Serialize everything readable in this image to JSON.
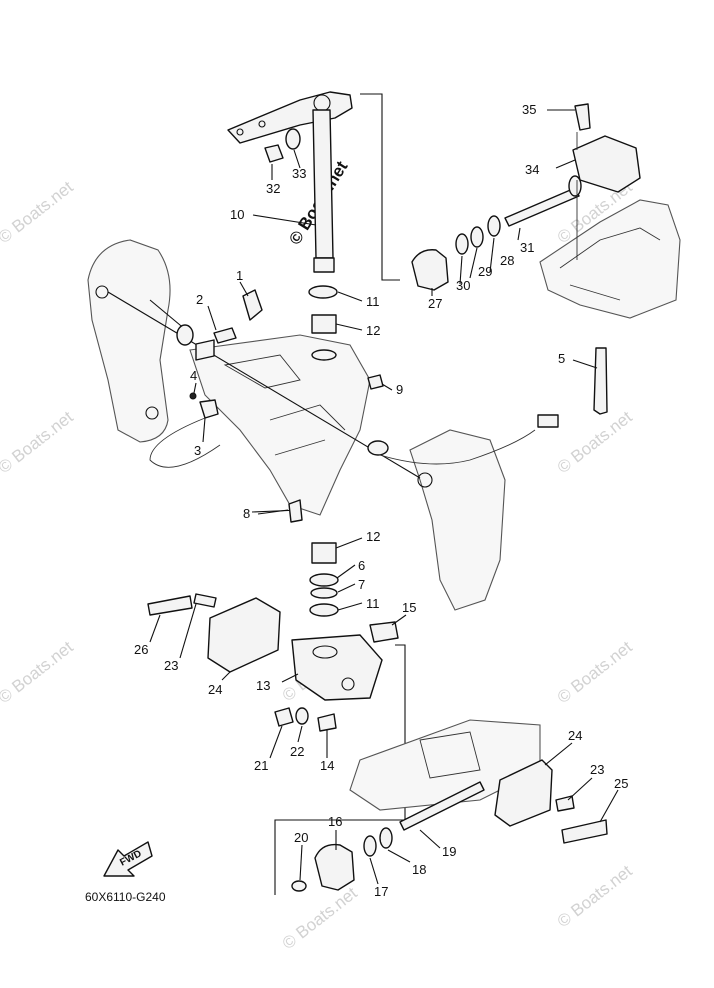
{
  "diagram": {
    "code": "60X6110-G240",
    "fwd_label": "FWD",
    "watermark": "© Boats.net",
    "callouts": {
      "c1": "1",
      "c2": "2",
      "c3": "3",
      "c4": "4",
      "c5": "5",
      "c6": "6",
      "c7": "7",
      "c8": "8",
      "c9": "9",
      "c10": "10",
      "c11a": "11",
      "c11b": "11",
      "c12a": "12",
      "c12b": "12",
      "c13": "13",
      "c14": "14",
      "c15": "15",
      "c16": "16",
      "c17": "17",
      "c18": "18",
      "c19": "19",
      "c20": "20",
      "c21": "21",
      "c22": "22",
      "c23a": "23",
      "c23b": "23",
      "c24a": "24",
      "c24b": "24",
      "c25": "25",
      "c26": "26",
      "c27": "27",
      "c28": "28",
      "c29": "29",
      "c30": "30",
      "c31": "31",
      "c32": "32",
      "c33": "33",
      "c34": "34",
      "c35": "35"
    }
  }
}
